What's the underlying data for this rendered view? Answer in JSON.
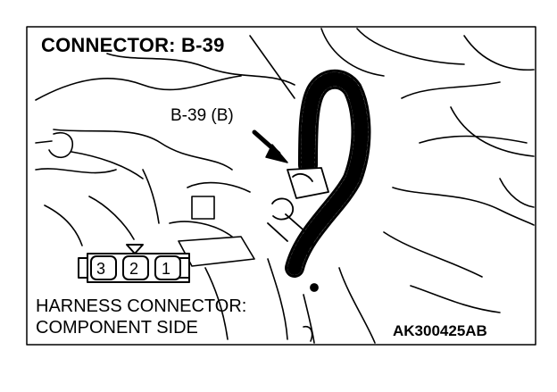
{
  "diagram": {
    "title": "CONNECTOR: B-39",
    "callout_label": "B-39 (B)",
    "harness_line1": "HARNESS CONNECTOR:",
    "harness_line2": "COMPONENT SIDE",
    "figure_code": "AK300425AB",
    "pins": [
      "3",
      "2",
      "1"
    ],
    "colors": {
      "ink": "#000000",
      "background": "#ffffff"
    }
  }
}
